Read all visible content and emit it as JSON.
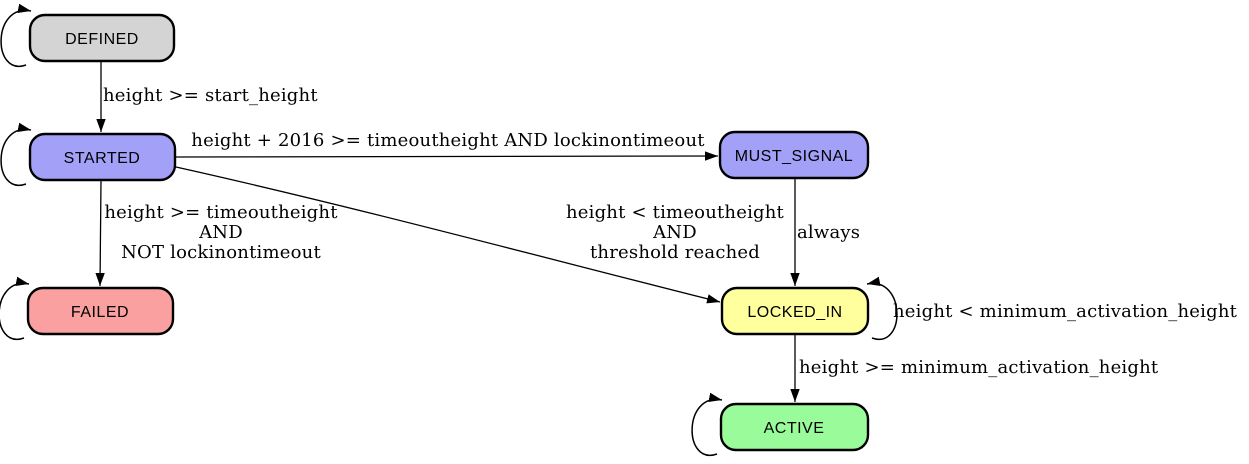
{
  "diagram": {
    "type": "state-machine",
    "background": "#ffffff",
    "edge_color": "#000000",
    "node_border_color": "#000000",
    "nodes": [
      {
        "id": "DEFINED",
        "label": "DEFINED",
        "fill": "#d4d4d4",
        "self_loop": true
      },
      {
        "id": "STARTED",
        "label": "STARTED",
        "fill": "#a3a1f7",
        "self_loop": true
      },
      {
        "id": "MUST_SIGNAL",
        "label": "MUST_SIGNAL",
        "fill": "#a3a1f7",
        "self_loop": false
      },
      {
        "id": "FAILED",
        "label": "FAILED",
        "fill": "#faa0a0",
        "self_loop": true
      },
      {
        "id": "LOCKED_IN",
        "label": "LOCKED_IN",
        "fill": "#ffff9e",
        "self_loop": true
      },
      {
        "id": "ACTIVE",
        "label": "ACTIVE",
        "fill": "#99fb99",
        "self_loop": true
      }
    ],
    "edges": [
      {
        "from": "DEFINED",
        "to": "STARTED",
        "label": "height >= start_height"
      },
      {
        "from": "STARTED",
        "to": "MUST_SIGNAL",
        "label": "height + 2016 >= timeoutheight AND lockinontimeout"
      },
      {
        "from": "STARTED",
        "to": "FAILED",
        "label_lines": [
          "height >= timeoutheight",
          "AND",
          "NOT lockinontimeout"
        ]
      },
      {
        "from": "STARTED",
        "to": "LOCKED_IN",
        "label_lines": [
          "height < timeoutheight",
          "AND",
          "threshold reached"
        ]
      },
      {
        "from": "MUST_SIGNAL",
        "to": "LOCKED_IN",
        "label": "always"
      },
      {
        "from": "LOCKED_IN",
        "to": "LOCKED_IN",
        "label": "height < minimum_activation_height"
      },
      {
        "from": "LOCKED_IN",
        "to": "ACTIVE",
        "label": "height >= minimum_activation_height"
      }
    ]
  }
}
